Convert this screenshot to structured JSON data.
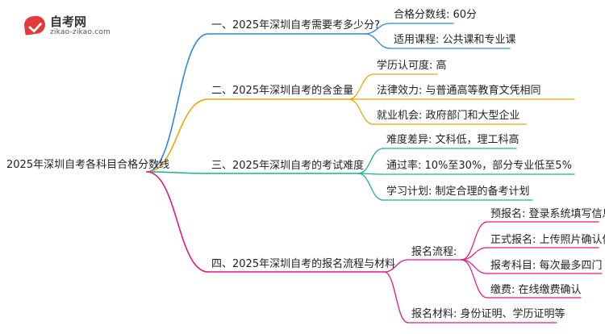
{
  "logo": {
    "name": "自考网",
    "url": "zikao-zikao.com"
  },
  "root": "2025年深圳自考各科目合格分数线",
  "branches": [
    {
      "label": "一、2025年深圳自考需要考多少分?",
      "color": "#2f86e0",
      "children": [
        "合格分数线: 60分",
        "适用课程: 公共课和专业课"
      ]
    },
    {
      "label": "二、2025年深圳自考的含金量",
      "color": "#f0a500",
      "children": [
        "学历认可度: 高",
        "法律效力: 与普通高等教育文凭相同",
        "就业机会: 政府部门和大型企业"
      ]
    },
    {
      "label": "三、2025年深圳自考的考试难度",
      "color": "#17b39a",
      "children": [
        "难度差异: 文科低，理工科高",
        "通过率: 10%至30%，部分专业低至5%",
        "学习计划: 制定合理的备考计划"
      ]
    },
    {
      "label": "四、2025年深圳自考的报名流程与材料",
      "color": "#e8167f",
      "children": [
        {
          "label": "报名流程:",
          "children": [
            "预报名: 登录系统填写信息",
            "正式报名: 上传照片确认信息",
            "报考科目: 每次最多四门",
            "缴费: 在线缴费确认"
          ]
        },
        "报名材料: 身份证明、学历证明等"
      ]
    }
  ]
}
